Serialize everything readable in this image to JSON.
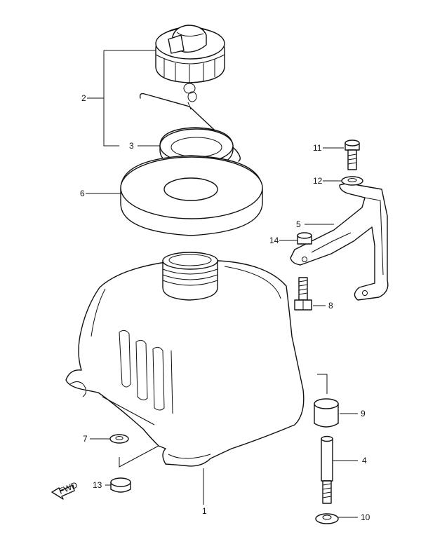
{
  "diagram": {
    "callouts": [
      "1",
      "2",
      "3",
      "4",
      "5",
      "6",
      "7",
      "8",
      "9",
      "10",
      "11",
      "12",
      "13",
      "14"
    ],
    "front_marker": "FWD"
  }
}
